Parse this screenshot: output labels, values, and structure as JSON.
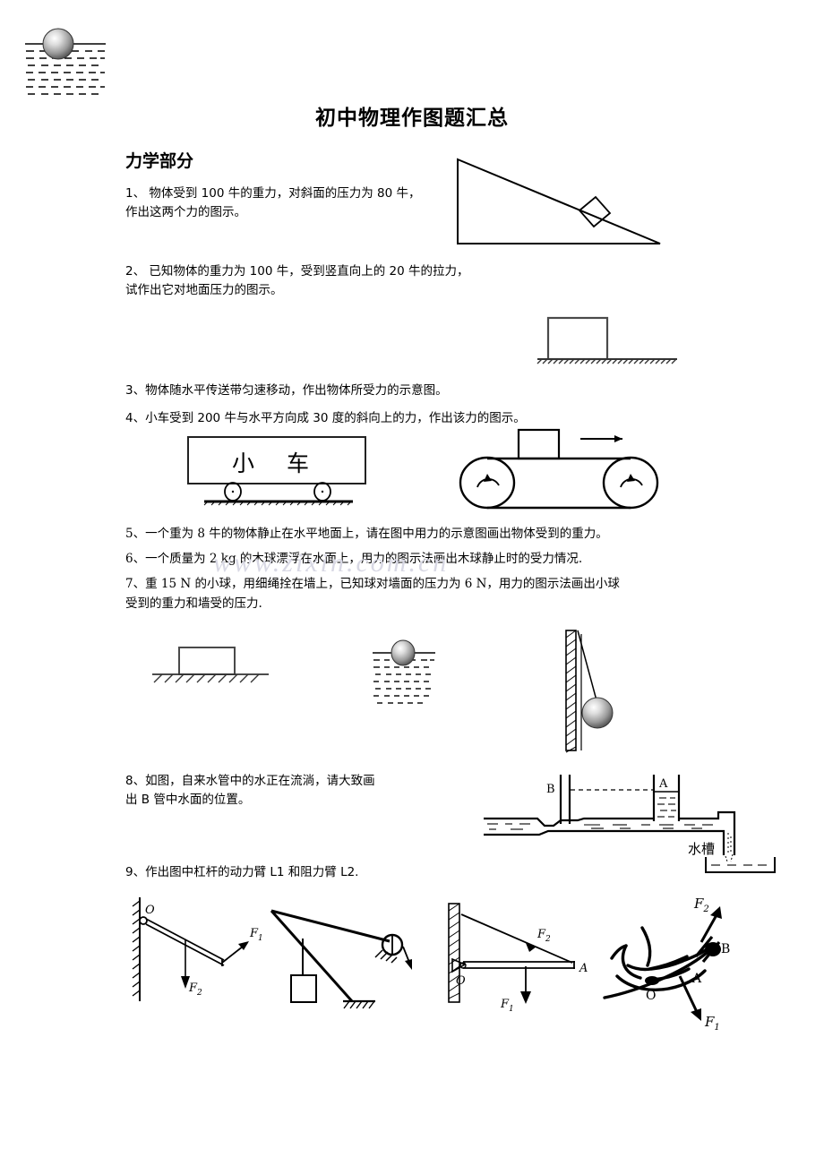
{
  "document": {
    "title": "初中物理作图题汇总",
    "section_title": "力学部分",
    "watermark": "www.zixin.com.cn"
  },
  "problems": [
    {
      "id": 1,
      "text": "1、 物体受到 100 牛的重力，对斜面的压力为 80 牛，\n作出这两个力的图示。"
    },
    {
      "id": 2,
      "text": "2、 已知物体的重力为 100 牛，受到竖直向上的 20 牛的拉力，\n试作出它对地面压力的图示。"
    },
    {
      "id": 3,
      "text": "3、物体随水平传送带匀速移动，作出物体所受力的示意图。"
    },
    {
      "id": 4,
      "text": "4、小车受到 200 牛与水平方向成 30 度的斜向上的力，作出该力的图示。"
    },
    {
      "id": 5,
      "text": "5、一个重为 8 牛的物体静止在水平地面上，请在图中用力的示意图画出物体受到的重力。"
    },
    {
      "id": 6,
      "text": "6、一个质量为 2 kg 的木球漂浮在水面上，用力的图示法画出木球静止时的受力情况."
    },
    {
      "id": 7,
      "text": "7、重 15 N 的小球，用细绳拴在墙上，已知球对墙面的压力为 6 N，用力的图示法画出小球\n受到的重力和墙受的压力."
    },
    {
      "id": 8,
      "text": "8、如图，自来水管中的水正在流淌，请大致画\n出 B 管中水面的位置。"
    },
    {
      "id": 9,
      "text": "9、作出图中杠杆的动力臂 L1 和阻力臂 L2."
    }
  ],
  "figures": {
    "cart": {
      "label": "小 车"
    },
    "water_pipe": {
      "tube_b_label": "B",
      "tube_a_label": "A",
      "sink_label": "水槽"
    },
    "lever1": {
      "pivot": "O",
      "force1": "F",
      "force1_sub": "1",
      "force2": "F",
      "force2_sub": "2"
    },
    "lever3": {
      "pivot": "O",
      "point_a": "A",
      "force1": "F",
      "force1_sub": "1",
      "force2": "F",
      "force2_sub": "2"
    },
    "lever4": {
      "pivot": "O",
      "point_a": "A",
      "point_b": "B",
      "force1": "F",
      "force1_sub": "1",
      "force2": "F",
      "force2_sub": "2"
    }
  },
  "colors": {
    "ink": "#000000",
    "paper": "#ffffff",
    "watermark": "#d8d8e4",
    "outline_gray": "#4a4a4a"
  }
}
